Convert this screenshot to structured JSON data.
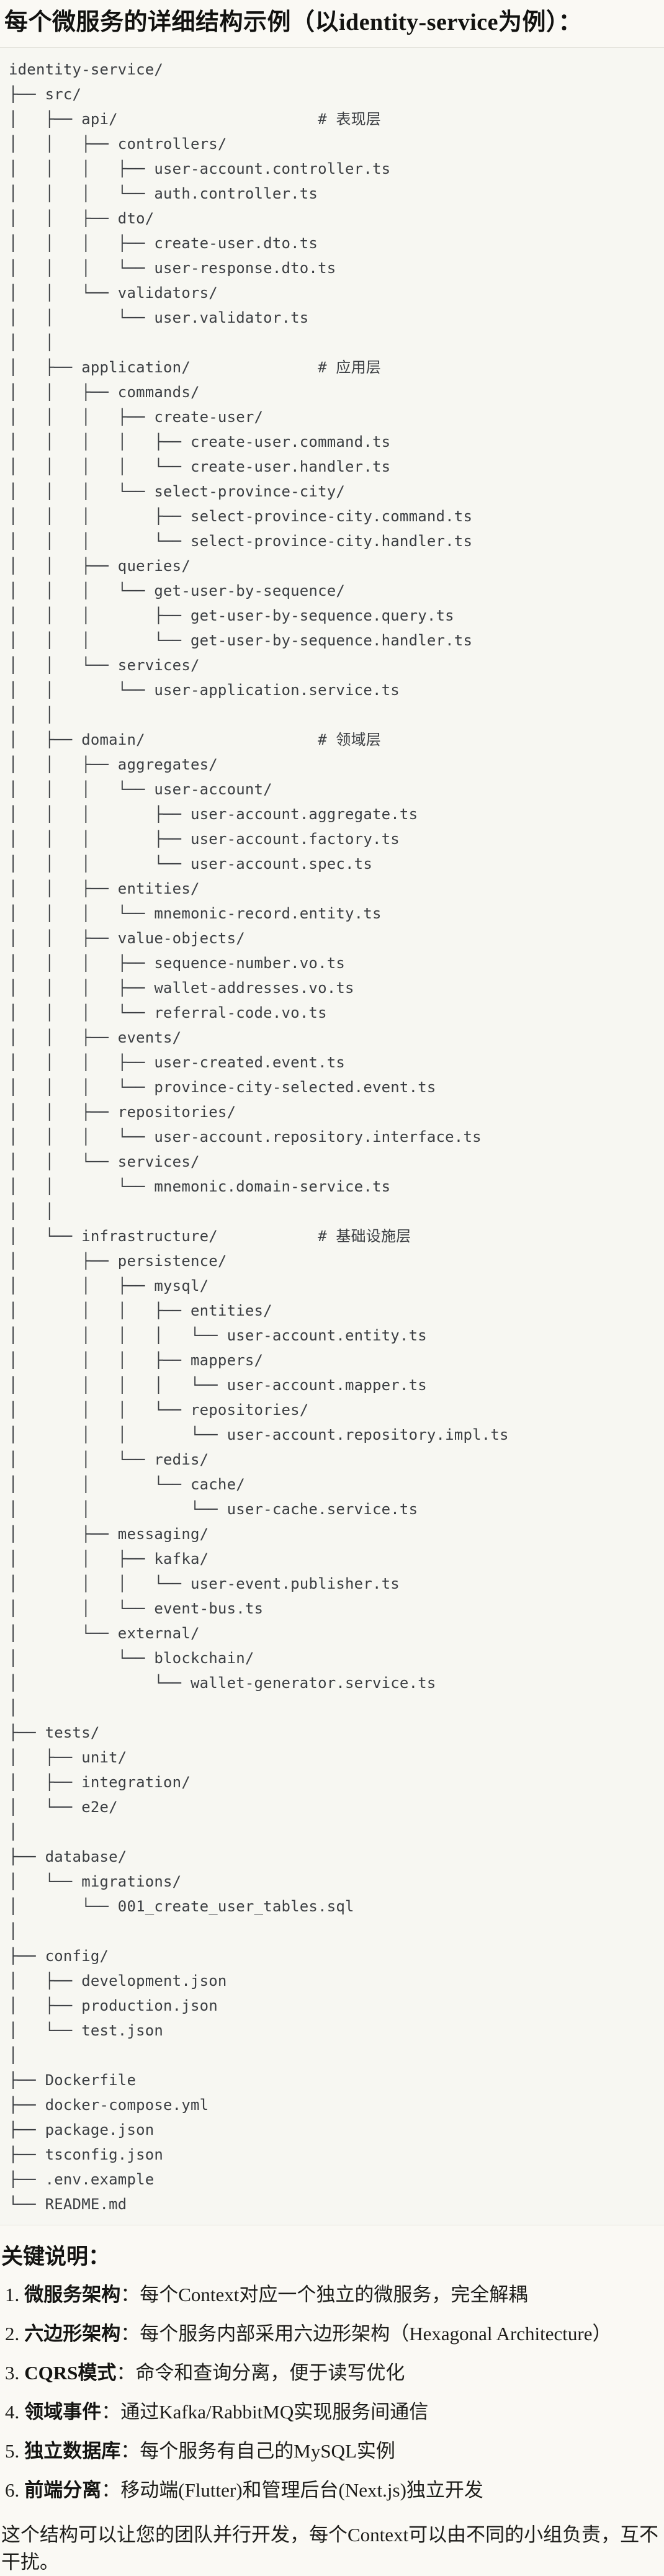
{
  "page": {
    "title": "每个微服务的详细结构示例（以identity-service为例）："
  },
  "code_block": {
    "lines": [
      "identity-service/",
      "├── src/",
      "│   ├── api/                      # 表现层",
      "│   │   ├── controllers/",
      "│   │   │   ├── user-account.controller.ts",
      "│   │   │   └── auth.controller.ts",
      "│   │   ├── dto/",
      "│   │   │   ├── create-user.dto.ts",
      "│   │   │   └── user-response.dto.ts",
      "│   │   └── validators/",
      "│   │       └── user.validator.ts",
      "│   │",
      "│   ├── application/              # 应用层",
      "│   │   ├── commands/",
      "│   │   │   ├── create-user/",
      "│   │   │   │   ├── create-user.command.ts",
      "│   │   │   │   └── create-user.handler.ts",
      "│   │   │   └── select-province-city/",
      "│   │   │       ├── select-province-city.command.ts",
      "│   │   │       └── select-province-city.handler.ts",
      "│   │   ├── queries/",
      "│   │   │   └── get-user-by-sequence/",
      "│   │   │       ├── get-user-by-sequence.query.ts",
      "│   │   │       └── get-user-by-sequence.handler.ts",
      "│   │   └── services/",
      "│   │       └── user-application.service.ts",
      "│   │",
      "│   ├── domain/                   # 领域层",
      "│   │   ├── aggregates/",
      "│   │   │   └── user-account/",
      "│   │   │       ├── user-account.aggregate.ts",
      "│   │   │       ├── user-account.factory.ts",
      "│   │   │       └── user-account.spec.ts",
      "│   │   ├── entities/",
      "│   │   │   └── mnemonic-record.entity.ts",
      "│   │   ├── value-objects/",
      "│   │   │   ├── sequence-number.vo.ts",
      "│   │   │   ├── wallet-addresses.vo.ts",
      "│   │   │   └── referral-code.vo.ts",
      "│   │   ├── events/",
      "│   │   │   ├── user-created.event.ts",
      "│   │   │   └── province-city-selected.event.ts",
      "│   │   ├── repositories/",
      "│   │   │   └── user-account.repository.interface.ts",
      "│   │   └── services/",
      "│   │       └── mnemonic.domain-service.ts",
      "│   │",
      "│   └── infrastructure/           # 基础设施层",
      "│       ├── persistence/",
      "│       │   ├── mysql/",
      "│       │   │   ├── entities/",
      "│       │   │   │   └── user-account.entity.ts",
      "│       │   │   ├── mappers/",
      "│       │   │   │   └── user-account.mapper.ts",
      "│       │   │   └── repositories/",
      "│       │   │       └── user-account.repository.impl.ts",
      "│       │   └── redis/",
      "│       │       └── cache/",
      "│       │           └── user-cache.service.ts",
      "│       ├── messaging/",
      "│       │   ├── kafka/",
      "│       │   │   └── user-event.publisher.ts",
      "│       │   └── event-bus.ts",
      "│       └── external/",
      "│           └── blockchain/",
      "│               └── wallet-generator.service.ts",
      "│",
      "├── tests/",
      "│   ├── unit/",
      "│   ├── integration/",
      "│   └── e2e/",
      "│",
      "├── database/",
      "│   └── migrations/",
      "│       └── 001_create_user_tables.sql",
      "│",
      "├── config/",
      "│   ├── development.json",
      "│   ├── production.json",
      "│   └── test.json",
      "│",
      "├── Dockerfile",
      "├── docker-compose.yml",
      "├── package.json",
      "├── tsconfig.json",
      "├── .env.example",
      "└── README.md"
    ]
  },
  "notes": {
    "heading": "关键说明：",
    "items": [
      {
        "num": "1.",
        "term": "微服务架构",
        "text": "：每个Context对应一个独立的微服务，完全解耦"
      },
      {
        "num": "2.",
        "term": "六边形架构",
        "text": "：每个服务内部采用六边形架构（Hexagonal Architecture）"
      },
      {
        "num": "3.",
        "term": "CQRS模式",
        "text": "：命令和查询分离，便于读写优化"
      },
      {
        "num": "4.",
        "term": "领域事件",
        "text": "：通过Kafka/RabbitMQ实现服务间通信"
      },
      {
        "num": "5.",
        "term": "独立数据库",
        "text": "：每个服务有自己的MySQL实例"
      },
      {
        "num": "6.",
        "term": "前端分离",
        "text": "：移动端(Flutter)和管理后台(Next.js)独立开发"
      }
    ]
  },
  "closing_paragraph": "这个结构可以让您的团队并行开发，每个Context可以由不同的小组负责，互不干扰。"
}
